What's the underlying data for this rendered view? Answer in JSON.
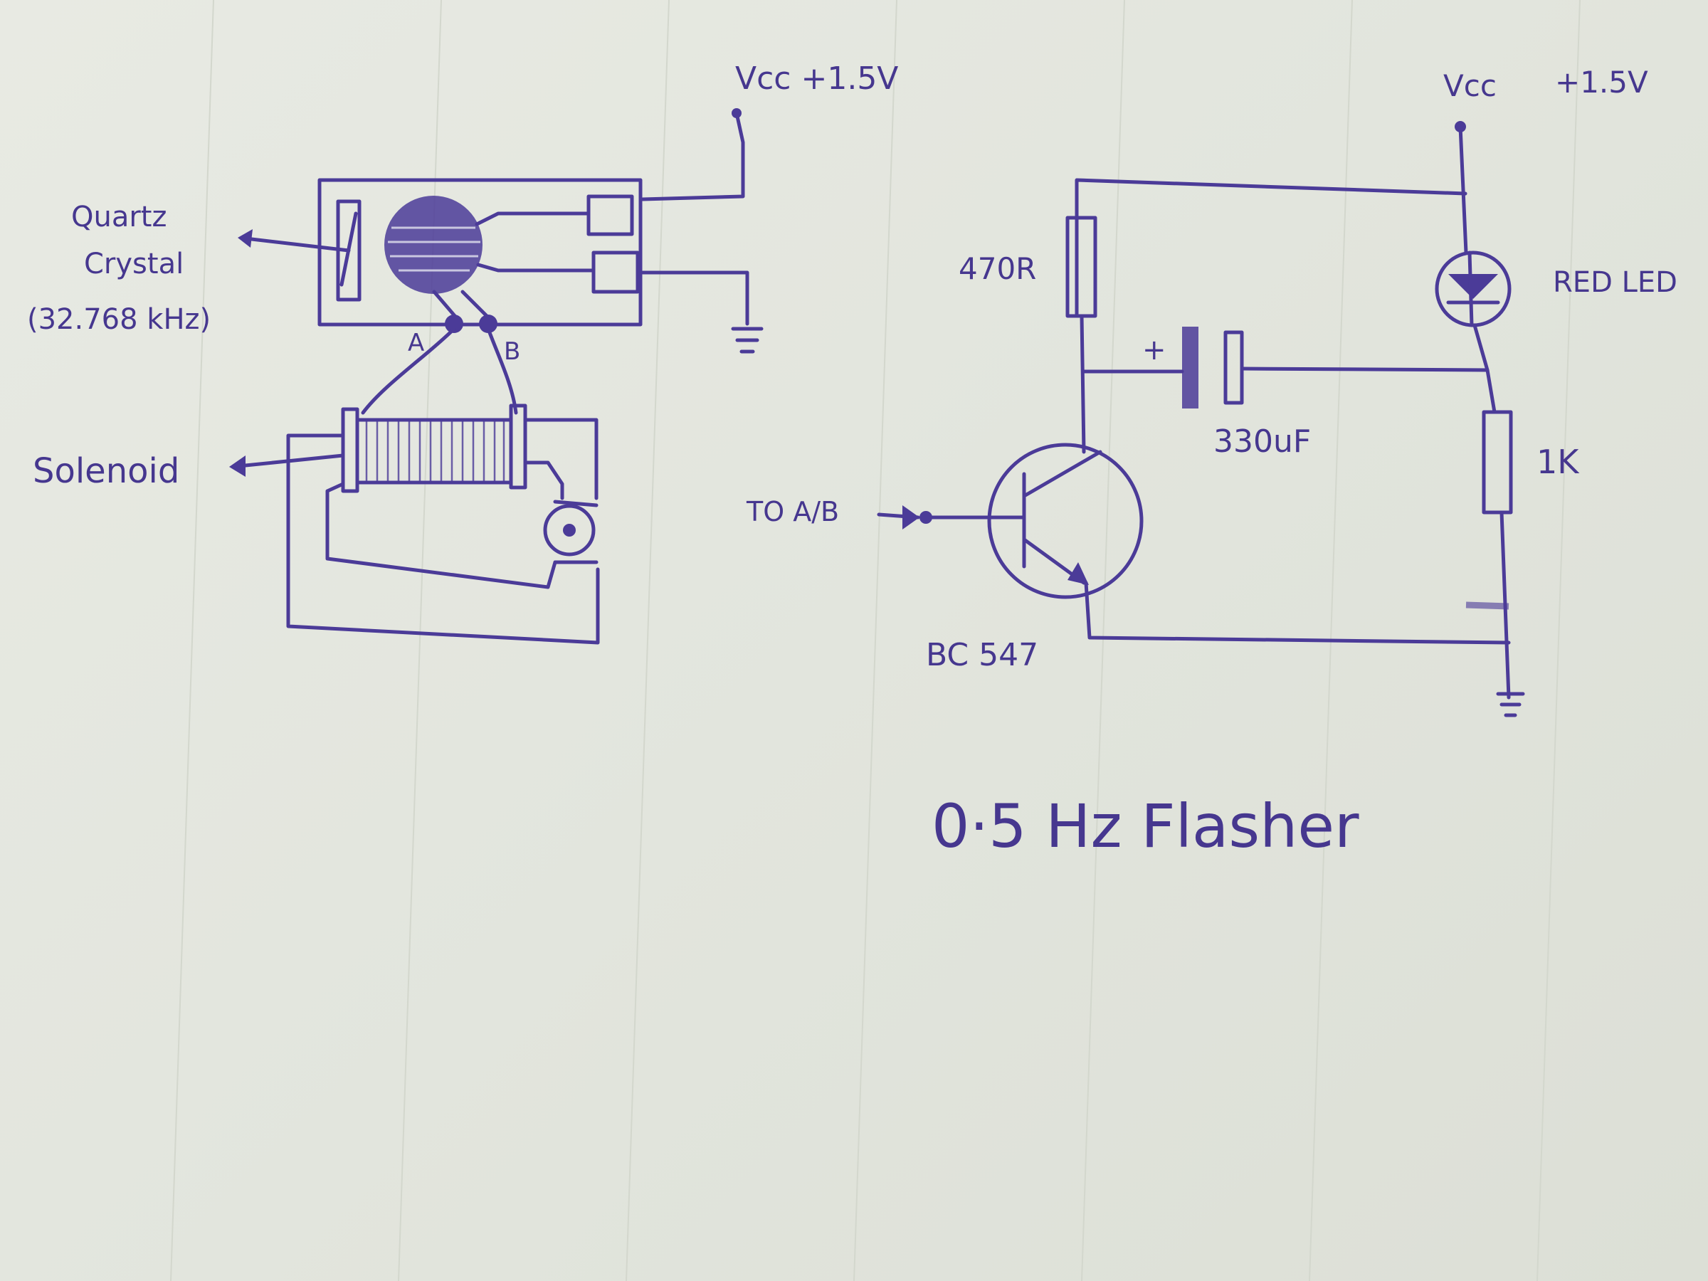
{
  "ink_color": "#4b3b98",
  "paper_color": "#e3e6de",
  "left_circuit": {
    "vcc_label": "Vcc +1.5V",
    "crystal_label_line1": "Quartz",
    "crystal_label_line2": "Crystal",
    "crystal_label_line3": "(32.768 kHz)",
    "pad_a": "A",
    "pad_b": "B",
    "solenoid_label": "Solenoid"
  },
  "right_circuit": {
    "vcc_label": "Vcc",
    "vcc_value": "+1.5V",
    "resistor_r1": "470R",
    "capacitor_polarity": "+",
    "capacitor_value": "330uF",
    "led_label": "RED LED",
    "resistor_r2": "1K",
    "input_label": "TO A/B",
    "transistor_label": "BC 547"
  },
  "title": "0·5 Hz Flasher"
}
